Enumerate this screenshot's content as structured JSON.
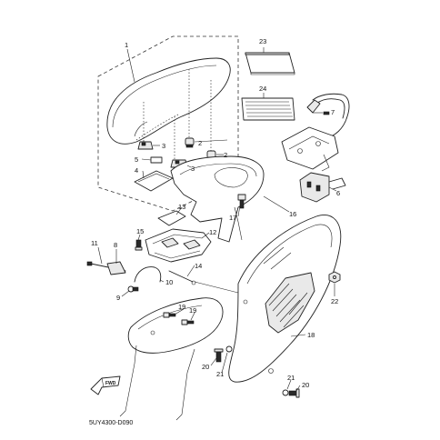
{
  "diagram": {
    "code": "5UY4300-D090",
    "fwd_label": "FWD",
    "callouts": {
      "c1": "1",
      "c2a": "2",
      "c2b": "2",
      "c3a": "3",
      "c3b": "3",
      "c4": "4",
      "c5": "5",
      "c6": "6",
      "c7": "7",
      "c8": "8",
      "c9": "9",
      "c10": "10",
      "c11": "11",
      "c12": "12",
      "c13": "13",
      "c14": "14",
      "c15": "15",
      "c16": "16",
      "c17": "17",
      "c18": "18",
      "c19a": "19",
      "c19b": "19",
      "c20a": "20",
      "c20b": "20",
      "c21a": "21",
      "c21b": "21",
      "c22": "22",
      "c23": "23",
      "c24": "24"
    }
  }
}
